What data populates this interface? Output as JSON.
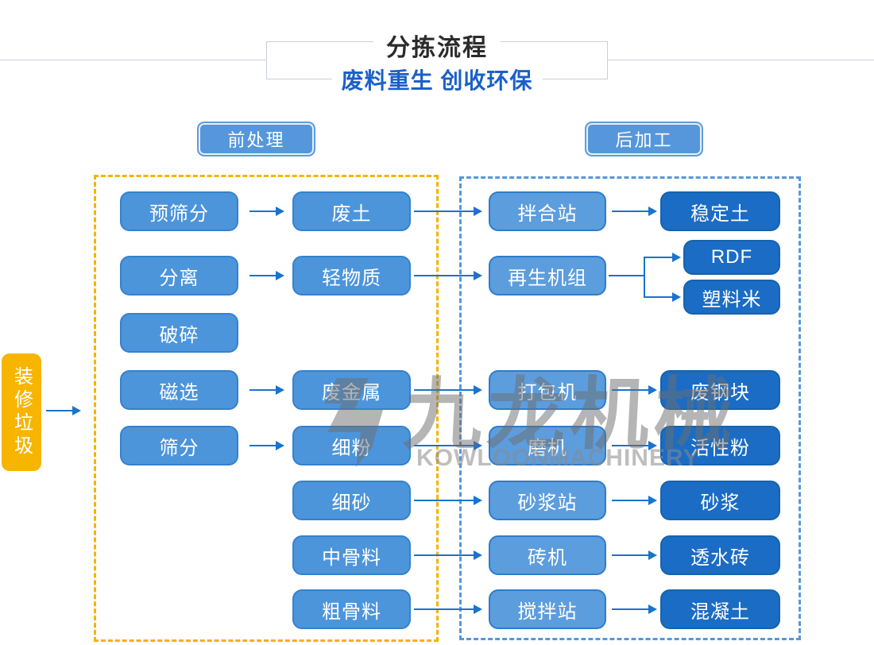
{
  "header": {
    "title": "分拣流程",
    "subtitle": "废料重生 创收环保"
  },
  "section_labels": {
    "pre": "前处理",
    "post": "后加工"
  },
  "source_label": "装修垃圾",
  "nodes": {
    "pre_screening": "预筛分",
    "waste_soil": "废土",
    "separation": "分离",
    "light_material": "轻物质",
    "crushing": "破碎",
    "magnetic_separation": "磁选",
    "scrap_metal": "废金属",
    "screening": "筛分",
    "fine_powder": "细粉",
    "fine_sand": "细砂",
    "medium_aggregate": "中骨料",
    "coarse_aggregate": "粗骨料",
    "mixing_plant": "拌合站",
    "stabilized_soil": "稳定土",
    "regeneration_unit": "再生机组",
    "rdf": "RDF",
    "plastic_pellets": "塑料米",
    "baler": "打包机",
    "scrap_steel_block": "废钢块",
    "mill": "磨机",
    "active_powder": "活性粉",
    "mortar_station": "砂浆站",
    "mortar": "砂浆",
    "brick_machine": "砖机",
    "permeable_brick": "透水砖",
    "mixing_station": "搅拌站",
    "concrete": "混凝土"
  },
  "watermark": {
    "cn": "九龙机械",
    "en": "KOWLOONMACHINERY"
  },
  "colors": {
    "node_left": "#4d95db",
    "node_process": "#5c9dde",
    "node_output": "#1b6cc4",
    "panel_pre_border": "#f5b301",
    "panel_post_border": "#5598db",
    "source_bg": "#f7b500",
    "arrow": "#1a73ce",
    "subtitle_text": "#1c60c8",
    "title_text": "#2b2b2b"
  }
}
